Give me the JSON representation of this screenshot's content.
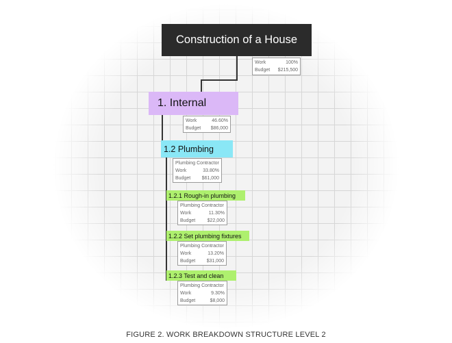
{
  "caption": "FIGURE 2. WORK BREAKDOWN STRUCTURE LEVEL 2",
  "root": {
    "title": "Construction of a House",
    "work_label": "Work",
    "work": "100%",
    "budget_label": "Budget",
    "budget": "$215,500"
  },
  "internal": {
    "title": "1. Internal",
    "work_label": "Work",
    "work": "46.60%",
    "budget_label": "Budget",
    "budget": "$86,000"
  },
  "plumbing": {
    "title": "1.2 Plumbing",
    "contractor": "Plumbing Contractor",
    "work_label": "Work",
    "work": "33.80%",
    "budget_label": "Budget",
    "budget": "$61,000"
  },
  "tasks": [
    {
      "title": "1.2.1 Rough-in plumbing",
      "contractor": "Plumbing Contractor",
      "work_label": "Work",
      "work": "11.30%",
      "budget_label": "Budget",
      "budget": "$22,000"
    },
    {
      "title": "1.2.2 Set plumbing fixtures",
      "contractor": "Plumbing Contractor",
      "work_label": "Work",
      "work": "13.20%",
      "budget_label": "Budget",
      "budget": "$31,000"
    },
    {
      "title": "1.2.3 Test and clean",
      "contractor": "Plumbing Contractor",
      "work_label": "Work",
      "work": "9.30%",
      "budget_label": "Budget",
      "budget": "$8,000"
    }
  ],
  "colors": {
    "root": "#2b2b2b",
    "level1": "#dbb8f7",
    "level2": "#8ae7f6",
    "level3": "#aef06e"
  }
}
